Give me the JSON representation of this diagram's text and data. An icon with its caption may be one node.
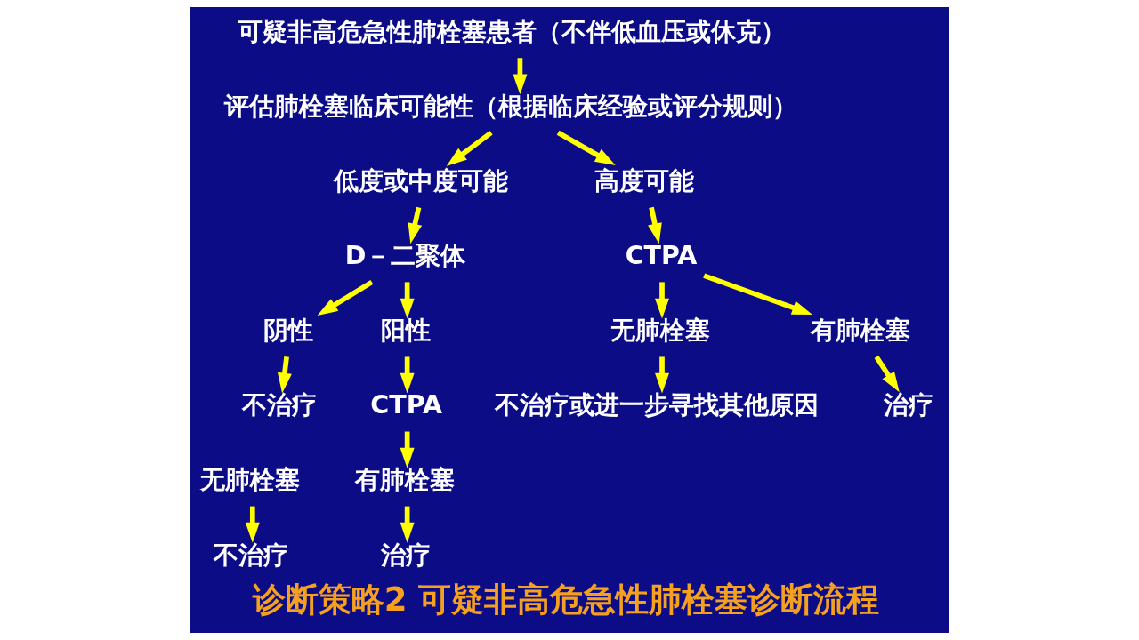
{
  "diagram": {
    "caption": "诊断策略2 可疑非高危急性肺栓塞诊断流程",
    "nodes": [
      {
        "text": [
          "可疑非高危急性肺栓塞患者（不伴低血压或休克）"
        ]
      },
      {
        "text": [
          "评估肺栓塞临床可能性（根据临床经验或评分规则）"
        ]
      },
      {
        "text": [
          "低度或中度可能"
        ]
      },
      {
        "text": [
          "高度可能"
        ]
      },
      {
        "text": [
          "D－二聚体"
        ]
      },
      {
        "text": [
          "CTPA"
        ]
      },
      {
        "text": [
          "阴性"
        ]
      },
      {
        "text": [
          "阳性"
        ]
      },
      {
        "text": [
          "无肺栓塞"
        ]
      },
      {
        "text": [
          "有肺栓塞"
        ]
      },
      {
        "text": [
          "不治疗"
        ]
      },
      {
        "text": [
          "CTPA"
        ]
      },
      {
        "text": [
          "不治疗或进一步寻找其他原因"
        ]
      },
      {
        "text": [
          "治疗"
        ]
      },
      {
        "text": [
          "无肺栓塞"
        ]
      },
      {
        "text": [
          "有肺栓塞"
        ]
      },
      {
        "text": [
          "不治疗"
        ]
      },
      {
        "text": [
          "治疗"
        ]
      }
    ],
    "edges": [
      {
        "from": 0,
        "to": 1,
        "arrow": "to"
      },
      {
        "from": 1,
        "to": 2,
        "arrow": "to"
      },
      {
        "from": 1,
        "to": 3,
        "arrow": "to"
      },
      {
        "from": 2,
        "to": 4,
        "arrow": "to"
      },
      {
        "from": 3,
        "to": 5,
        "arrow": "to"
      },
      {
        "from": 4,
        "to": 6,
        "arrow": "to"
      },
      {
        "from": 4,
        "to": 7,
        "arrow": "to"
      },
      {
        "from": 5,
        "to": 8,
        "arrow": "to"
      },
      {
        "from": 5,
        "to": 9,
        "arrow": "to"
      },
      {
        "from": 6,
        "to": 10,
        "arrow": "to"
      },
      {
        "from": 7,
        "to": 11,
        "arrow": "to"
      },
      {
        "from": 8,
        "to": 12,
        "arrow": "to"
      },
      {
        "from": 9,
        "to": 13,
        "arrow": "to"
      },
      {
        "from": 11,
        "to": 15,
        "arrow": "to"
      },
      {
        "from": 14,
        "to": 16,
        "arrow": "to"
      },
      {
        "from": 15,
        "to": 17,
        "arrow": "to"
      }
    ]
  }
}
